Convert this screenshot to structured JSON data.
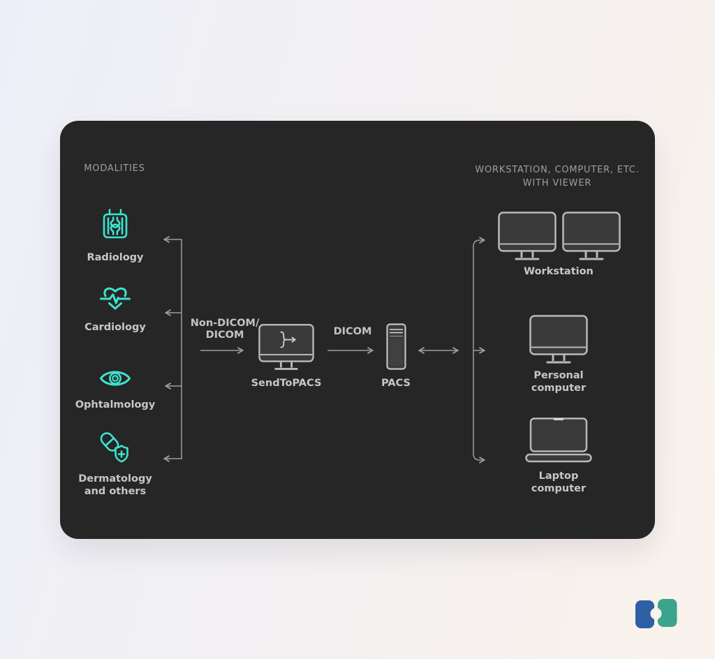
{
  "colors": {
    "background_gradient_start": "#edeff8",
    "background_gradient_end": "#faf2ec",
    "card_background": "#262626",
    "modality_icon_teal": "#3ce4cf",
    "connector_gray": "#9e9e9e",
    "device_stroke": "#b9b9b9",
    "device_screen_fill": "#3a3a3a",
    "label_text": "#c7c7c7",
    "header_text": "#9f9f9f",
    "logo_blue": "#2f5fa5",
    "logo_green": "#3aa48c"
  },
  "modalities": {
    "header": "MODALITIES",
    "items": [
      {
        "label": "Radiology",
        "icon": "radiology-xray-icon"
      },
      {
        "label": "Cardiology",
        "icon": "heart-pulse-icon"
      },
      {
        "label": "Ophtalmology",
        "icon": "eye-icon"
      },
      {
        "label": "Dermatology and others",
        "icon": "pill-shield-icon"
      }
    ]
  },
  "flow": {
    "input_label_line1": "Non-DICOM/",
    "input_label_line2": "DICOM",
    "gateway_label": "SendToPACS",
    "gateway_icon": "monitor-merge-arrow-icon",
    "protocol_label": "DICOM",
    "server_label": "PACS",
    "server_icon": "server-tower-icon"
  },
  "viewers": {
    "header_line1": "WORKSTATION, COMPUTER, ETC.",
    "header_line2": "WITH VIEWER",
    "items": [
      {
        "label": "Workstation",
        "icon": "dual-monitor-icon"
      },
      {
        "label": "Personal computer",
        "icon": "monitor-icon"
      },
      {
        "label": "Laptop computer",
        "icon": "laptop-icon"
      }
    ]
  },
  "logo": {
    "name": "ea-logo"
  }
}
